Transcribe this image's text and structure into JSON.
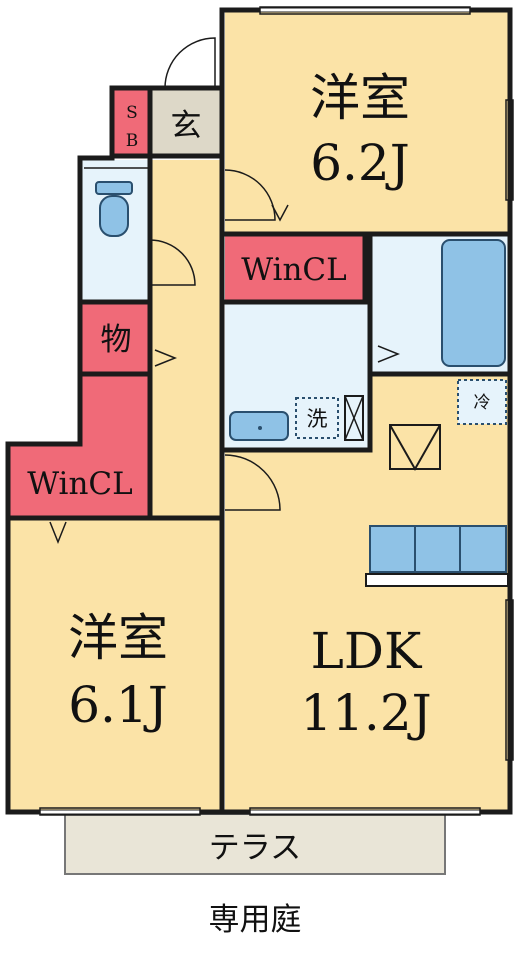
{
  "colors": {
    "room": "#fbe3a7",
    "closet": "#f06a78",
    "wet": "#e6f3fb",
    "fixture": "#8fc2e6",
    "terrace": "#e9e5d7",
    "wall": "#1b1b1b",
    "entrance": "#ddd8c8"
  },
  "rooms": {
    "bedroom_top": {
      "name": "洋室",
      "size": "6.2J"
    },
    "bedroom_left": {
      "name": "洋室",
      "size": "6.1J"
    },
    "ldk": {
      "name": "LDK",
      "size": "11.2J"
    },
    "wincl_top": "WinCL",
    "wincl_left": "WinCL",
    "storage": "物",
    "entrance": "玄",
    "shoebox_s": "S",
    "shoebox_b": "B",
    "washer": "洗",
    "fridge": "冷"
  },
  "outside": {
    "terrace": "テラス",
    "garden": "専用庭"
  }
}
